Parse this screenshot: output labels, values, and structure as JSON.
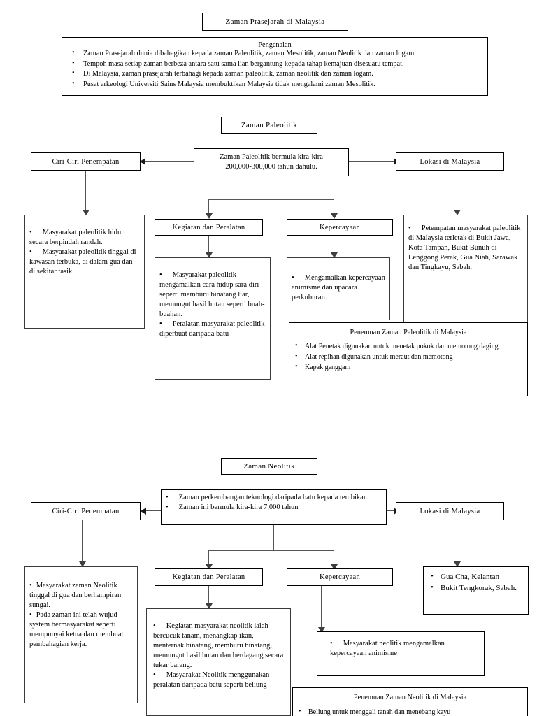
{
  "document": {
    "title": "Zaman Prasejarah di Malaysia"
  },
  "pengenalan": {
    "heading": "Pengenalan",
    "bullets": [
      "Zaman Prasejarah dunia dibahagikan kepada zaman Paleolitik, zaman Mesolitik, zaman Neolitik dan zaman logam.",
      "Tempoh masa setiap zaman berbeza antara satu sama lian bergantung kepada tahap kemajuan disesuatu tempat.",
      "Di Malaysia, zaman prasejarah terbahagi kepada zaman paleolitik, zaman neolitik dan zaman logam.",
      "Pusat arkeologi Universiti Sains Malaysia membuktikan Malaysia tidak mengalami zaman Mesolitik."
    ]
  },
  "paleolitik": {
    "section_title": "Zaman Paleolitik",
    "main_line1": "Zaman Paleolitik bermula kira-kira",
    "main_line2": "200,000-300,000 tahun dahulu.",
    "ciri_header": "Ciri-Ciri Penempatan",
    "ciri_b1": "Masyarakat paleolitik hidup secara berpindah randah.",
    "ciri_b2": "Masyarakat paleolitik tinggal di kawasan terbuka, di dalam gua dan di sekitar tasik.",
    "kegiatan_header": "Kegiatan dan Peralatan",
    "kegiatan_b1": "Masyarakat paleolitik mengamalkan cara hidup sara diri seperti memburu binatang liar, memungut hasil hutan seperti buah-buahan.",
    "kegiatan_b2": "Peralatan masyarakat paleolitik diperbuat daripada batu",
    "kepercayaan_header": "Kepercayaan",
    "kepercayaan_b1": "Mengamalkan kepercayaan animisme dan upacara perkuburan.",
    "lokasi_header": "Lokasi di Malaysia",
    "lokasi_b1": "Petempatan masyarakat paleolitik di Malaysia terletak di Bukit Jawa, Kota Tampan, Bukit Bunuh di Lenggong Perak, Gua Niah, Sarawak dan Tingkayu, Sabah.",
    "penemuan_header": "Penemuan Zaman Paleolitik di Malaysia",
    "penemuan_bullets": [
      "Alat Penetak digunakan untuk menetak pokok dan memotong daging",
      "Alat repihan digunakan untuk meraut dan memotong",
      "Kapak genggam"
    ]
  },
  "neolitik": {
    "section_title": "Zaman Neolitik",
    "main_b1": "Zaman perkembangan teknologi daripada batu kepada tembikar.",
    "main_b2": "Zaman ini bermula kira-kira 7,000 tahun",
    "ciri_header": "Ciri-Ciri Penempatan",
    "ciri_b1": "Masyarakat zaman Neolitik tinggal di gua dan berhampiran sungai.",
    "ciri_b2": "Pada zaman ini telah wujud system bermasyarakat seperti mempunyai ketua dan membuat pembahagian kerja.",
    "kegiatan_header": "Kegiatan dan Peralatan",
    "kegiatan_b1": "Kegiatan masyarakat neolitik ialah bercucuk tanam, menangkap ikan, menternak binatang, memburu binatang, memungut hasil hutan dan berdagang secara tukar barang.",
    "kegiatan_b2": "Masyarakat Neolitik menggunakan peralatan daripada batu seperti beliung",
    "kepercayaan_header": "Kepercayaan",
    "kepercayaan_b1": "Masyarakat neolitik mengamalkan kepercayaan animisme",
    "lokasi_header": "Lokasi di Malaysia",
    "lokasi_bullets": [
      "Gua Cha, Kelantan",
      "Bukit Tengkorak, Sabah."
    ],
    "penemuan_header": "Penemuan Zaman Neolitik di Malaysia",
    "penemuan_bullets": [
      "Beliung untuk menggali tanah dan menebang kayu"
    ]
  }
}
